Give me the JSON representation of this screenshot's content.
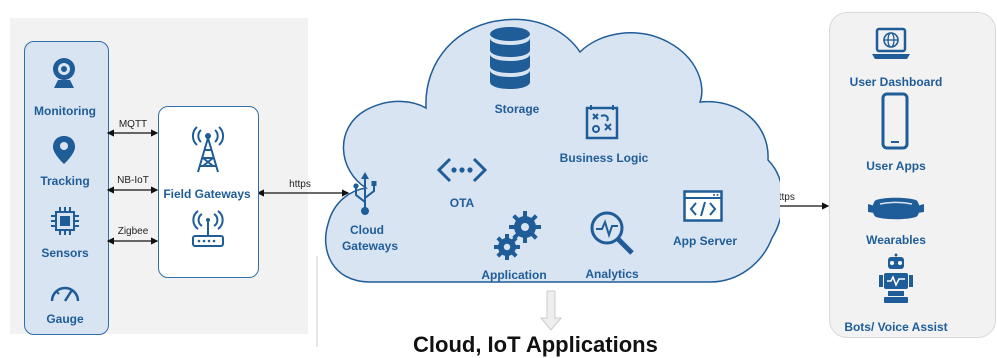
{
  "devices": [
    {
      "label": "Monitoring",
      "icon": "webcam-icon"
    },
    {
      "label": "Tracking",
      "icon": "map-pin-icon"
    },
    {
      "label": "Sensors",
      "icon": "chip-icon"
    },
    {
      "label": "Gauge",
      "icon": "gauge-icon"
    }
  ],
  "protocols": {
    "mqtt": "MQTT",
    "nbiot": "NB-IoT",
    "zigbee": "Zigbee",
    "https_left": "https",
    "https_right": "https"
  },
  "field_gateways": {
    "label": "Field Gateways"
  },
  "cloud": {
    "storage": "Storage",
    "business_logic": "Business Logic",
    "ota": "OTA",
    "cloud_gateways_line1": "Cloud",
    "cloud_gateways_line2": "Gateways",
    "app_server": "App Server",
    "application": "Application",
    "analytics": "Analytics"
  },
  "clients": [
    {
      "label": "User Dashboard",
      "icon": "laptop-globe-icon"
    },
    {
      "label": "User Apps",
      "icon": "smartphone-icon"
    },
    {
      "label": "Wearables",
      "icon": "vr-headset-icon"
    },
    {
      "label": "Bots/ Voice Assist",
      "icon": "robot-icon"
    }
  ],
  "bottom_title": "Cloud, IoT Applications",
  "colors": {
    "accent": "#1f5d99",
    "panel_bg": "#f2f2f2",
    "device_bg": "#d9e4f2",
    "cloud_bg": "#d9e4f2"
  }
}
